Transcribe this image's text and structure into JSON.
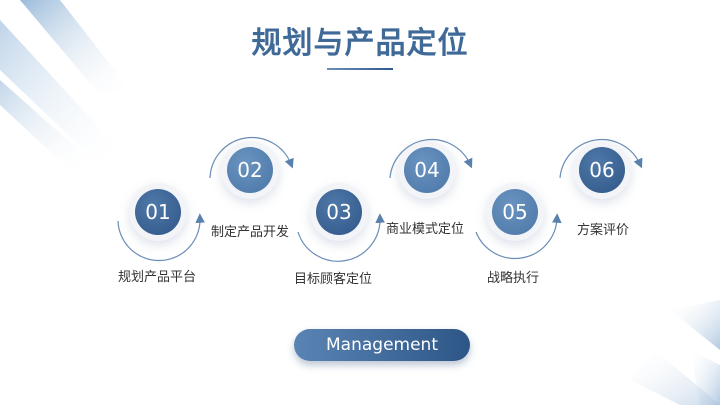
{
  "title": "规划与产品定位",
  "steps": [
    {
      "number": "01",
      "label": "规划产品平台"
    },
    {
      "number": "02",
      "label": "制定产品开发"
    },
    {
      "number": "03",
      "label": "目标顾客定位"
    },
    {
      "number": "04",
      "label": "商业模式定位"
    },
    {
      "number": "05",
      "label": "战略执行"
    },
    {
      "number": "06",
      "label": "方案评价"
    }
  ],
  "button": {
    "label": "Management"
  },
  "colors": {
    "primary": "#3f6a98",
    "circle_light": "#5f89b8",
    "circle_dark": "#2e5688",
    "arc": "#6a8db5"
  }
}
